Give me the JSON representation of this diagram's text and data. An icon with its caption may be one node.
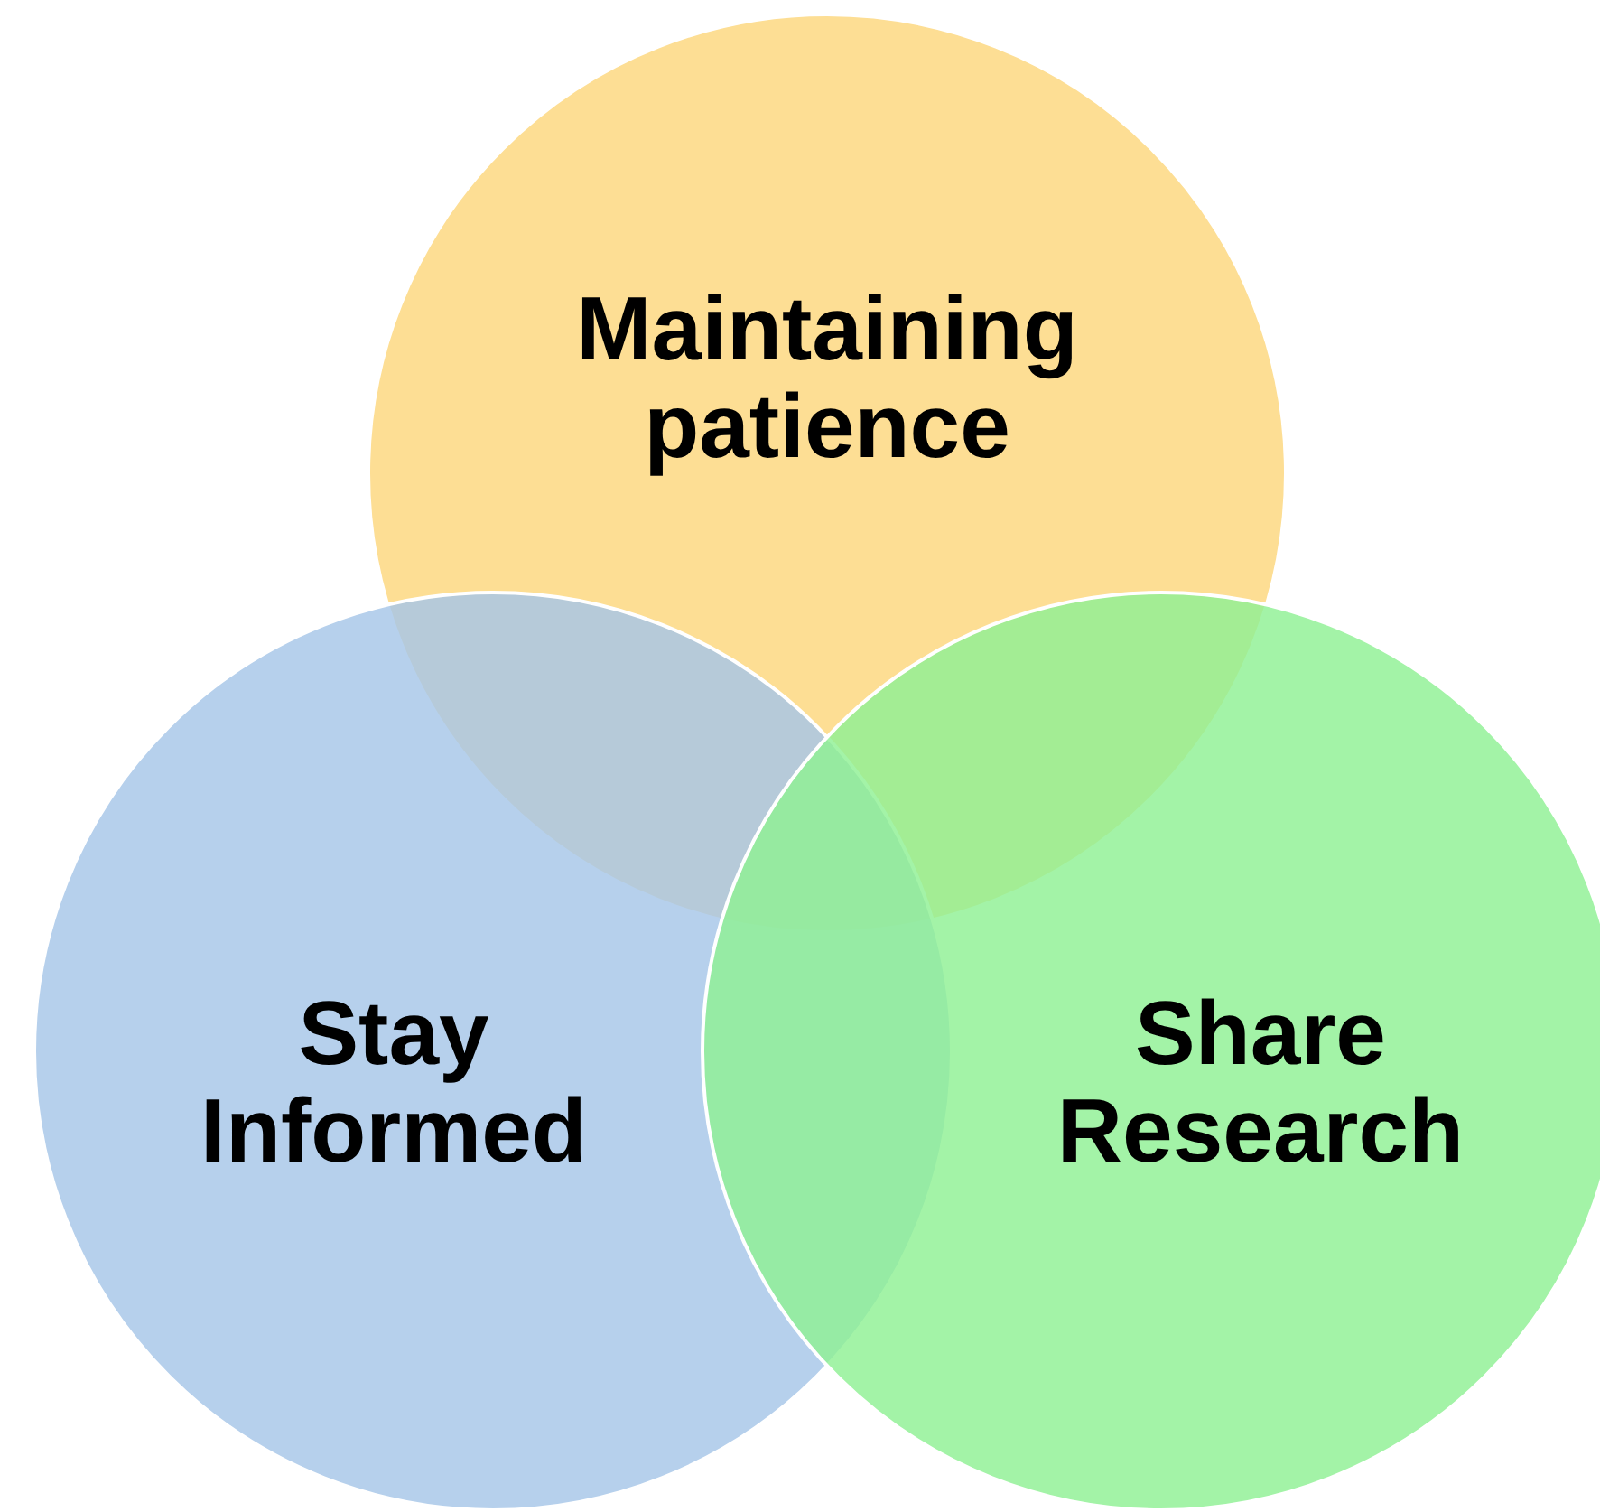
{
  "diagram": {
    "nodes": [
      {
        "text": [
          "Maintaining patience"
        ]
      },
      {
        "text": [
          "Stay Informed"
        ]
      },
      {
        "text": [
          "Share Research"
        ]
      }
    ]
  }
}
